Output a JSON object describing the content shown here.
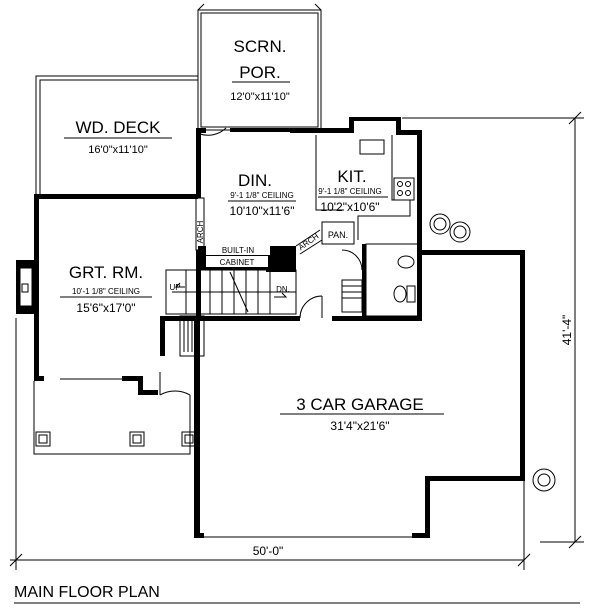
{
  "rooms": {
    "screen_porch": {
      "name_line1": "SCRN.",
      "name_line2": "POR.",
      "size": "12'0\"x11'10\""
    },
    "wood_deck": {
      "name": "WD. DECK",
      "size": "16'0\"x11'10\""
    },
    "dining": {
      "name": "DIN.",
      "ceiling": "9'-1 1/8\" CEILING",
      "size": "10'10\"x11'6\""
    },
    "kitchen": {
      "name": "KIT.",
      "ceiling": "9'-1 1/8\" CEILING",
      "size": "10'2\"x10'6\""
    },
    "great_room": {
      "name": "GRT. RM.",
      "ceiling": "10'-1 1/8\" CEILING",
      "size": "15'6\"x17'0\""
    },
    "garage": {
      "name": "3 CAR GARAGE",
      "size": "31'4\"x21'6\""
    }
  },
  "labels": {
    "arch_dining": "ARCH",
    "arch_hall": "ARCH",
    "pantry": "PAN.",
    "builtin_line1": "BUILT-IN",
    "builtin_line2": "CABINET",
    "stair_up": "UP",
    "stair_down": "DN."
  },
  "dimensions": {
    "width": "50'-0\"",
    "depth": "41'-4\""
  },
  "title": "MAIN FLOOR PLAN"
}
